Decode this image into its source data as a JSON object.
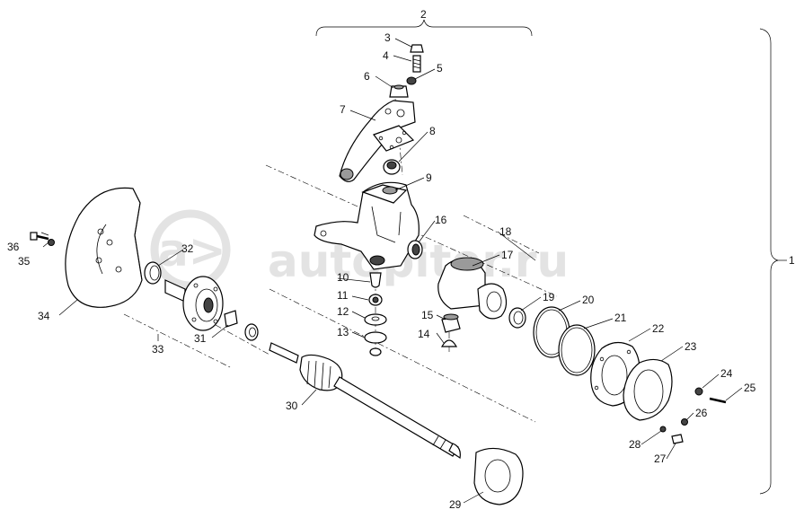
{
  "watermark": {
    "text": "autopiter.ru"
  },
  "callouts": [
    {
      "id": "1",
      "text": "1"
    },
    {
      "id": "2",
      "text": "2"
    },
    {
      "id": "3",
      "text": "3"
    },
    {
      "id": "4",
      "text": "4"
    },
    {
      "id": "5",
      "text": "5"
    },
    {
      "id": "6",
      "text": "6"
    },
    {
      "id": "7",
      "text": "7"
    },
    {
      "id": "8",
      "text": "8"
    },
    {
      "id": "9",
      "text": "9"
    },
    {
      "id": "10",
      "text": "10"
    },
    {
      "id": "11",
      "text": "11"
    },
    {
      "id": "12",
      "text": "12"
    },
    {
      "id": "13",
      "text": "13"
    },
    {
      "id": "14",
      "text": "14"
    },
    {
      "id": "15",
      "text": "15"
    },
    {
      "id": "16",
      "text": "16"
    },
    {
      "id": "17",
      "text": "17"
    },
    {
      "id": "18",
      "text": "18"
    },
    {
      "id": "19",
      "text": "19"
    },
    {
      "id": "20",
      "text": "20"
    },
    {
      "id": "21",
      "text": "21"
    },
    {
      "id": "22",
      "text": "22"
    },
    {
      "id": "23",
      "text": "23"
    },
    {
      "id": "24",
      "text": "24"
    },
    {
      "id": "25",
      "text": "25"
    },
    {
      "id": "26",
      "text": "26"
    },
    {
      "id": "27",
      "text": "27"
    },
    {
      "id": "28",
      "text": "28"
    },
    {
      "id": "29",
      "text": "29"
    },
    {
      "id": "30",
      "text": "30"
    },
    {
      "id": "31",
      "text": "31"
    },
    {
      "id": "32",
      "text": "32"
    },
    {
      "id": "33",
      "text": "33"
    },
    {
      "id": "34",
      "text": "34"
    },
    {
      "id": "35",
      "text": "35"
    },
    {
      "id": "36",
      "text": "36"
    }
  ]
}
